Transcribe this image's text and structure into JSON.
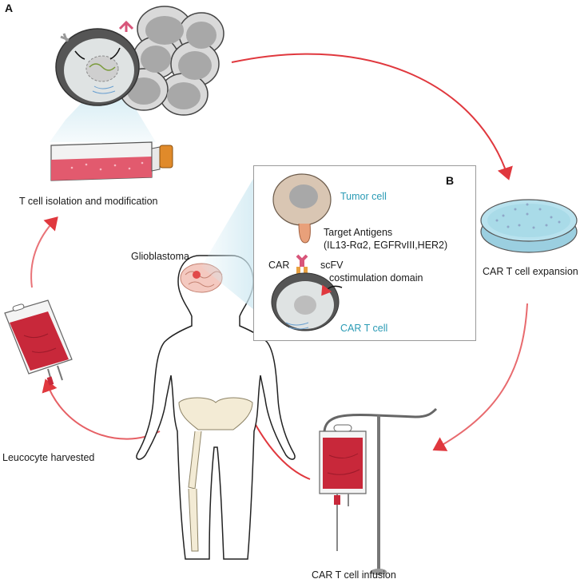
{
  "panels": {
    "a": "A",
    "b": "B"
  },
  "labels": {
    "isolation": "T cell isolation and modification",
    "expansion": "CAR T cell expansion",
    "infusion": "CAR T cell infusion",
    "harvested": "Leucocyte harvested",
    "glioblastoma": "Glioblastoma"
  },
  "panel_b": {
    "tumor_cell": "Tumor cell",
    "target_antigens": "Target Antigens",
    "antigen_list": "(IL13-Rα2, EGFRvIII,HER2)",
    "car": "CAR",
    "scfv": "scFV",
    "costimulation": "costimulation domain",
    "car_t_cell": "CAR T cell"
  },
  "colors": {
    "arrow": "#e0383e",
    "blood": "#c8283a",
    "teal_text": "#2a9bb5",
    "dish": "#a9dbe8",
    "flask_liquid": "#e25a6e"
  }
}
